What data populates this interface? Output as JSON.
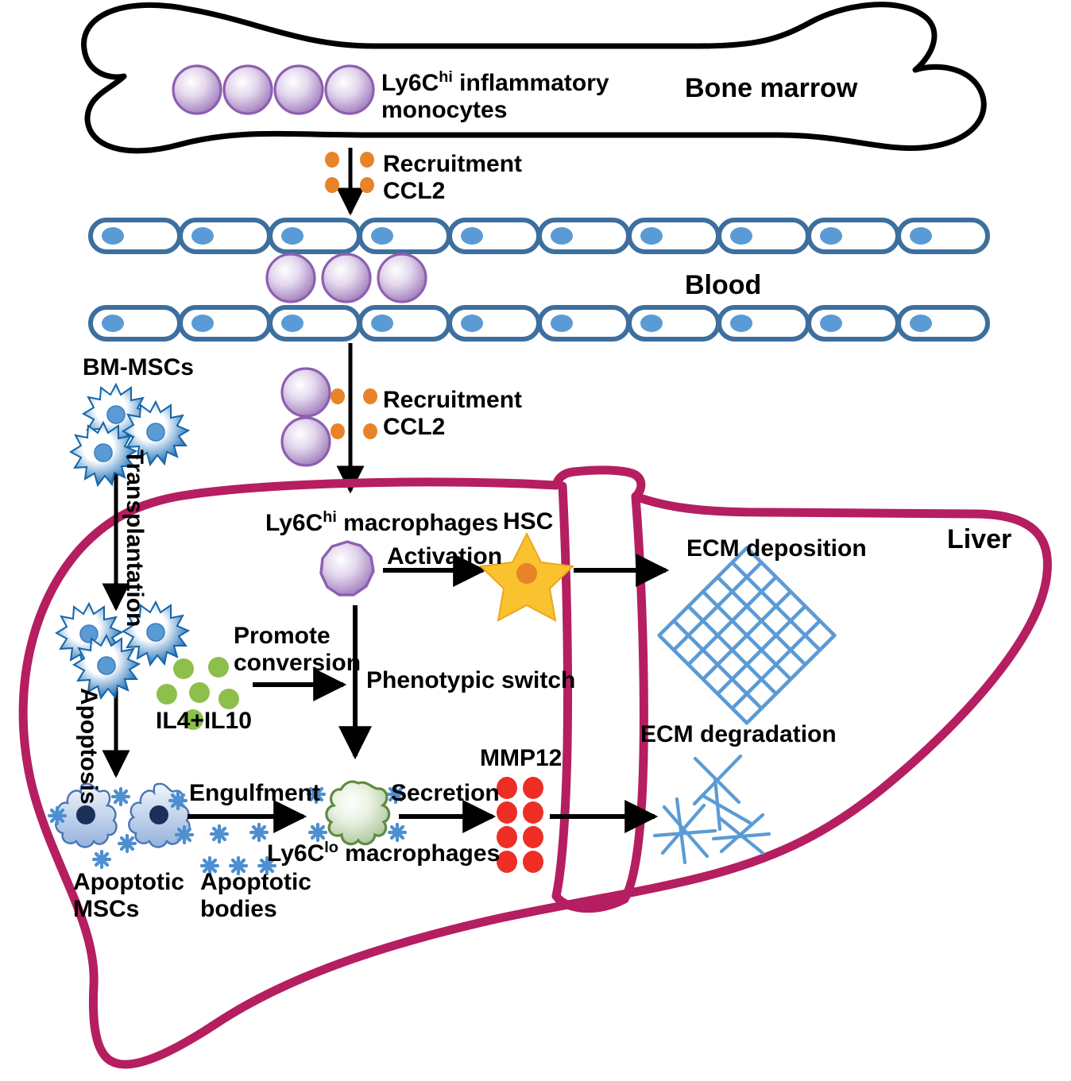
{
  "figure": {
    "type": "biomedical-pathway-diagram",
    "title": "BM-MSC transplantation modulates hepatic macrophage phenotype in liver fibrosis"
  },
  "compartments": [
    {
      "id": "bone-marrow",
      "label": "Bone marrow",
      "color": "#000000"
    },
    {
      "id": "blood",
      "label": "Blood",
      "color": "#3D6F9E"
    },
    {
      "id": "liver",
      "label": "Liver",
      "color": "#B51E60"
    }
  ],
  "bone_marrow": {
    "label": "Bone marrow",
    "cells": {
      "name": "Ly6C<sup>hi</sup> inflammatory monocytes",
      "line1": "Ly6C",
      "sup": "hi",
      "line1b": " inflammatory",
      "line2": "monocytes",
      "count": 4,
      "color_outer": "#B08CC8",
      "color_nucleus": "#6B2E91"
    },
    "arrow": {
      "label_line1": "Recruitment",
      "label_line2": "CCL2",
      "chemokine_color": "#E8832A",
      "chemokine_count": 4
    }
  },
  "blood": {
    "label": "Blood",
    "vessel": {
      "endothelial_cell_count_top": 10,
      "endothelial_cell_count_bottom": 10,
      "wall_color": "#3D6F9E",
      "nucleus_color": "#5B9BD5"
    },
    "monocytes_in_lumen": 3,
    "arrow": {
      "label_line1": "Recruitment",
      "label_line2": "CCL2",
      "chemokine_color": "#E8832A",
      "chemokine_count": 4,
      "monocytes_beside": 2
    }
  },
  "msc_branch": {
    "source_label": "BM-MSCs",
    "source_cell_count": 3,
    "transplantation_label": "Transplantation",
    "apoptosis_label": "Apoptosis",
    "transplanted_cell_count": 3,
    "apoptotic_label_line1": "Apoptotic",
    "apoptotic_label_line2": "MSCs",
    "apoptotic_cell_count": 2,
    "apoptotic_bodies_label_line1": "Apoptotic",
    "apoptotic_bodies_label_line2": "bodies",
    "msc_color_dark": "#1F6FB8",
    "msc_color_light": "#ffffff",
    "msc_nucleus": "#5B9BD5",
    "apoptotic_body_color": "#4E8FD0",
    "apoptotic_cell_fill": "#B9CBE8",
    "apoptotic_nucleus": "#1B2F58"
  },
  "liver": {
    "label": "Liver",
    "outline_color": "#B51E60",
    "macrophage_hi": {
      "label_prefix": "Ly6C",
      "label_sup": "hi",
      "label_suffix": " macrophages",
      "full": "Ly6Chi macrophages",
      "color_outer": "#B08CC8",
      "color_nucleus": "#6B2E91"
    },
    "activation": {
      "label": "Activation",
      "target_label": "HSC",
      "star_color": "#F9C22E",
      "star_nucleus": "#E8832A"
    },
    "ecm_deposition": {
      "label": "ECM deposition",
      "mesh_color": "#5B9BD5",
      "pattern": "dense-crosshatch-lattice"
    },
    "promote_conversion": {
      "label_line1": "Promote",
      "label_line2": "conversion",
      "cytokine_label": "IL4+IL10",
      "cytokine_color": "#8CBF4B",
      "cytokine_count": 6
    },
    "phenotypic_switch": {
      "label": "Phenotypic switch"
    },
    "engulfment": {
      "label": "Engulfment"
    },
    "macrophage_lo": {
      "label_prefix": "Ly6C",
      "label_sup": "lo",
      "label_suffix": " macrophages",
      "full": "Ly6Clo macrophages",
      "color_body": "#CBDCC0",
      "color_nucleus": "#4E7A33",
      "color_outline": "#4E7A33"
    },
    "secretion": {
      "label": "Secretion",
      "product_label": "MMP12",
      "product_color": "#EE2D24",
      "product_count": 8
    },
    "ecm_degradation": {
      "label": "ECM degradation",
      "fiber_color": "#5B9BD5",
      "pattern": "scattered-broken-fibers"
    }
  }
}
